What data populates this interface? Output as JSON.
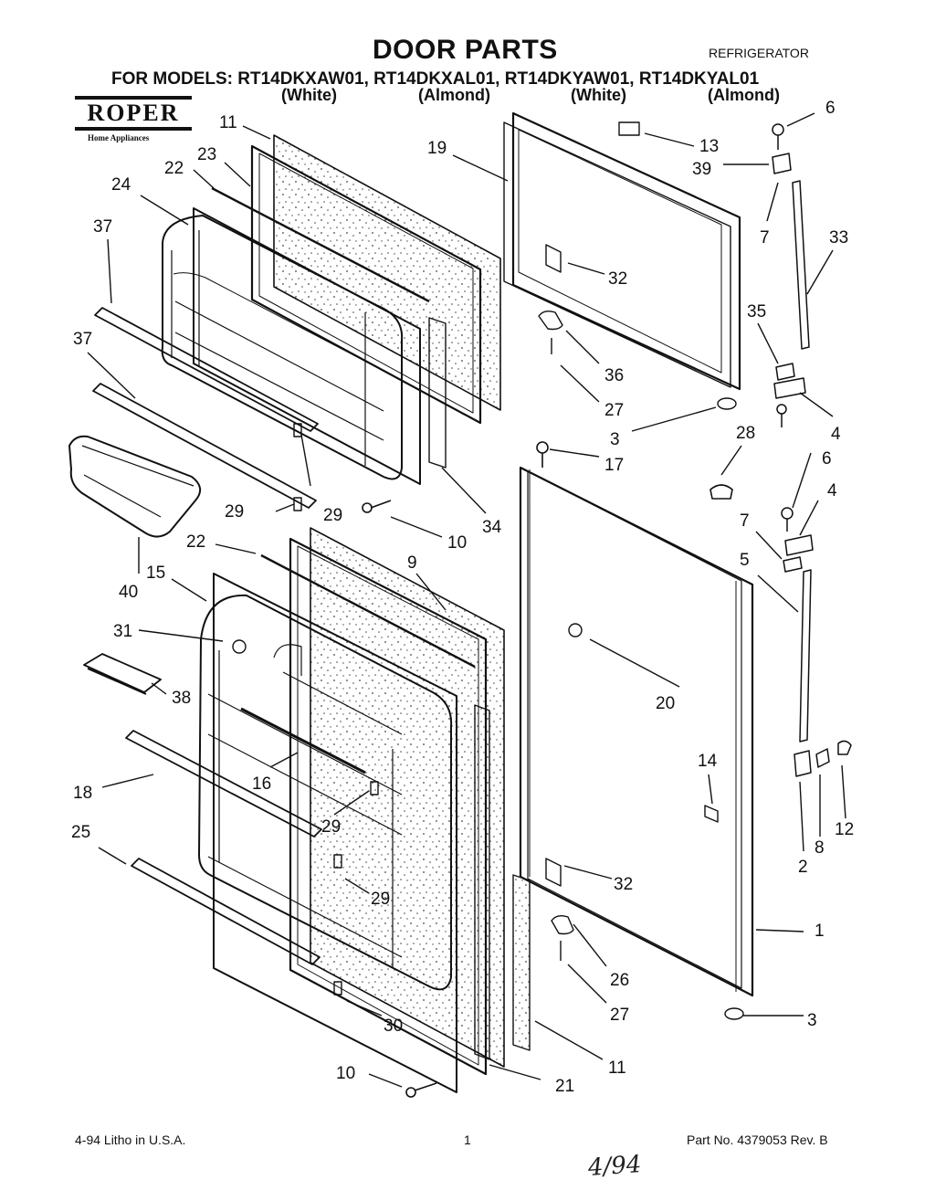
{
  "header": {
    "title": "DOOR PARTS",
    "category": "REFRIGERATOR",
    "models_line": "FOR MODELS: RT14DKXAW01, RT14DKXAL01, RT14DKYAW01, RT14DKYAL01",
    "variants": [
      "(White)",
      "(Almond)",
      "(White)",
      "(Almond)"
    ]
  },
  "brand": {
    "name": "ROPER",
    "tagline": "Home Appliances"
  },
  "callouts": [
    "11",
    "23",
    "22",
    "24",
    "37",
    "37",
    "40",
    "29",
    "29",
    "10",
    "34",
    "15",
    "22",
    "9",
    "31",
    "38",
    "18",
    "16",
    "29",
    "25",
    "29",
    "30",
    "10",
    "21",
    "11",
    "19",
    "13",
    "32",
    "36",
    "27",
    "3",
    "17",
    "28",
    "20",
    "14",
    "32",
    "26",
    "27",
    "6",
    "39",
    "7",
    "33",
    "35",
    "4",
    "6",
    "4",
    "7",
    "5",
    "2",
    "8",
    "12",
    "1",
    "3"
  ],
  "footer": {
    "date_litho": "4-94  Litho in U.S.A.",
    "page": "1",
    "part_no": "Part No. 4379053 Rev. B"
  },
  "handwritten_note": "4/94",
  "colors": {
    "ink": "#111111",
    "speckle": "#444444",
    "paper": "#ffffff"
  }
}
